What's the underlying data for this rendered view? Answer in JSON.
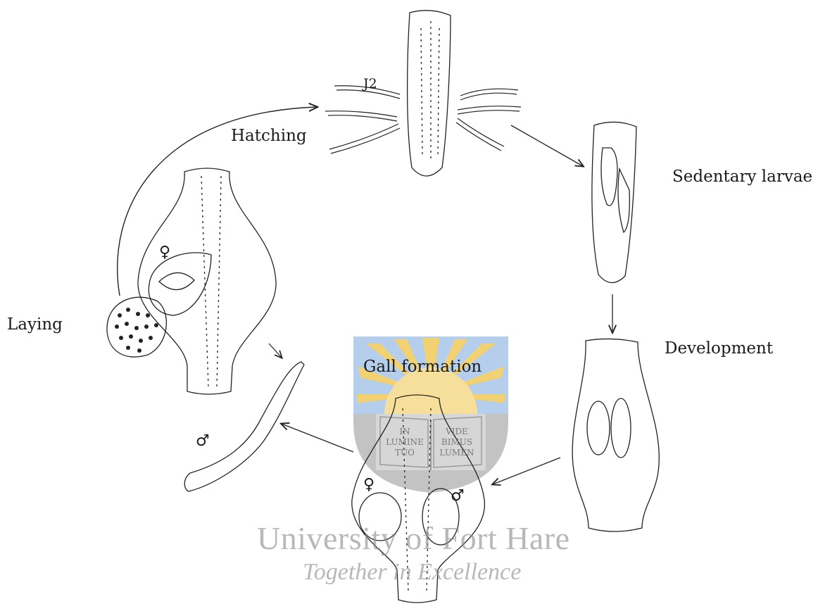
{
  "stages": {
    "j2": "J2",
    "hatching": "Hatching",
    "sedentary": "Sedentary larvae",
    "development": "Development",
    "gall": "Gall formation",
    "laying": "Laying"
  },
  "symbols": {
    "female": "♀",
    "male": "♂"
  },
  "watermark": {
    "university": "University of Fort Hare",
    "motto": "Together in Excellence",
    "crest_left": [
      "IN",
      "LUMINE",
      "TUO"
    ],
    "crest_right": [
      "VIDE",
      "BIMUS",
      "LUMEN"
    ],
    "colors": {
      "sky": "#a9c6e8",
      "sun": "#f5d98a",
      "ray": "#f0c95a",
      "shield_base": "#9a9a9a"
    }
  }
}
